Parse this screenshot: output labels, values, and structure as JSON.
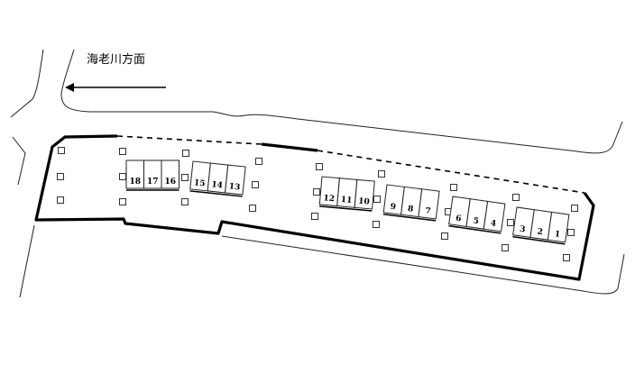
{
  "direction_label": "海老川方面",
  "stall_groups": [
    {
      "numbers": [
        "18",
        "17",
        "16"
      ]
    },
    {
      "numbers": [
        "15",
        "14",
        "13"
      ]
    },
    {
      "numbers": [
        "12",
        "11",
        "10"
      ]
    },
    {
      "numbers": [
        "9",
        "8",
        "7"
      ]
    },
    {
      "numbers": [
        "6",
        "5",
        "4"
      ]
    },
    {
      "numbers": [
        "3",
        "2",
        "1"
      ]
    }
  ]
}
